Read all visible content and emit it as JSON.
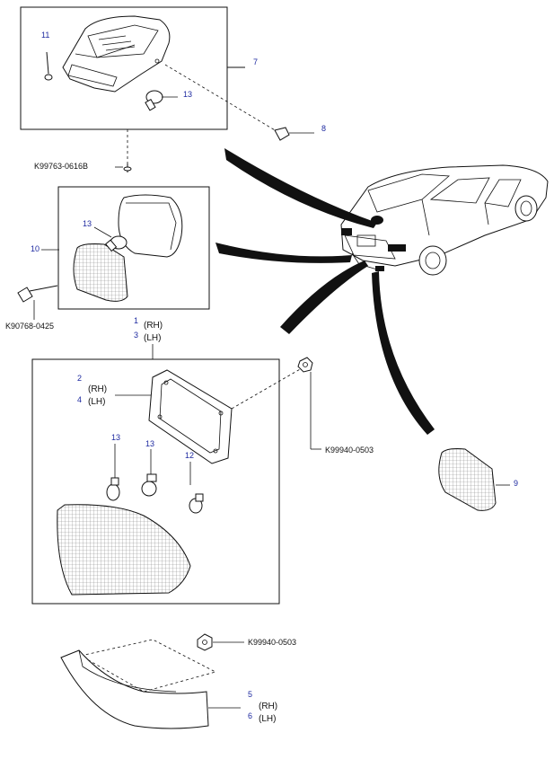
{
  "callouts": {
    "n11": "11",
    "n7": "7",
    "n13a": "13",
    "n8": "8",
    "n13b": "13",
    "n10": "10",
    "n1": "1",
    "n3": "3",
    "n2": "2",
    "n4": "4",
    "n13c": "13",
    "n13d": "13",
    "n12": "12",
    "n9": "9",
    "n5": "5",
    "n6": "6"
  },
  "labels": {
    "bolt_top": "K99763-0616B",
    "bolt_left": "K90768-0425",
    "nut_mid": "K99940-0503",
    "nut_bottom": "K99940-0503",
    "rh_1": "(RH)",
    "lh_1": "(LH)",
    "rh_2": "(RH)",
    "lh_2": "(LH)",
    "rh_3": "(RH)",
    "lh_3": "(LH)"
  }
}
